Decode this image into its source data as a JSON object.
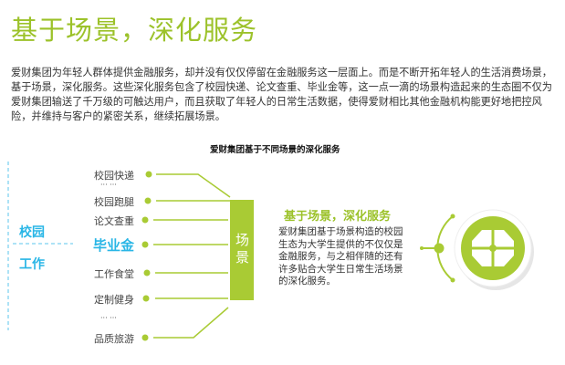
{
  "title": "基于场景，深化服务",
  "paragraph": "爱财集团为年轻人群体提供金融服务，却并没有仅仅停留在金融服务这一层面上。而是不断开拓年轻人的生活消费场景，基于场景，深化服务。这些深化服务包含了校园快递、论文查重、毕业金等，这一点一滴的场景构造起来的生态圈不仅为爱财集团输送了千万级的可触达用户，而且获取了年轻人的日常生活数据，使得爱财相比其他金融机构能更好地把控风险，并维持与客户的紧密关系，继续拓展场景。",
  "diagram": {
    "title": "爱财集团基于不同场景的深化服务",
    "phases": [
      "校园",
      "工作"
    ],
    "items": [
      "校园快递",
      "校园跑腿",
      "论文查重",
      "毕业金",
      "工作食堂",
      "定制健身",
      "品质旅游"
    ],
    "ellipsis": "··· ···",
    "center": "场景",
    "right_heading": "基于场景，深化服务",
    "right_body": [
      "爱财集团基于场景构造的校园",
      "生态为大学生提供的不仅仅是",
      "金融服务，与之相伴随的还有",
      "许多贴合大学生日常生活场景",
      "的深化服务。"
    ]
  },
  "colors": {
    "green": "#a9cb34",
    "cyan": "#29b6e6"
  }
}
